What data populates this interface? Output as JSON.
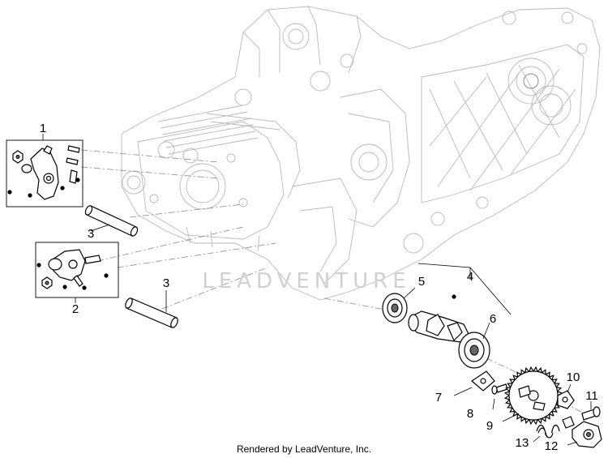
{
  "diagram": {
    "callouts": {
      "c1": "1",
      "c2": "2",
      "c3a": "3",
      "c3b": "3",
      "c4": "4",
      "c5": "5",
      "c6": "6",
      "c7": "7",
      "c8": "8",
      "c9": "9",
      "c10": "10",
      "c11": "11",
      "c12": "12",
      "c13": "13"
    },
    "watermark": "LEADVENTURE",
    "footer": "Rendered by LeadVenture, Inc."
  },
  "colors": {
    "ink": "#000000",
    "engine_lines": "#b9b9b9",
    "watermark": "#d0d0d0"
  }
}
